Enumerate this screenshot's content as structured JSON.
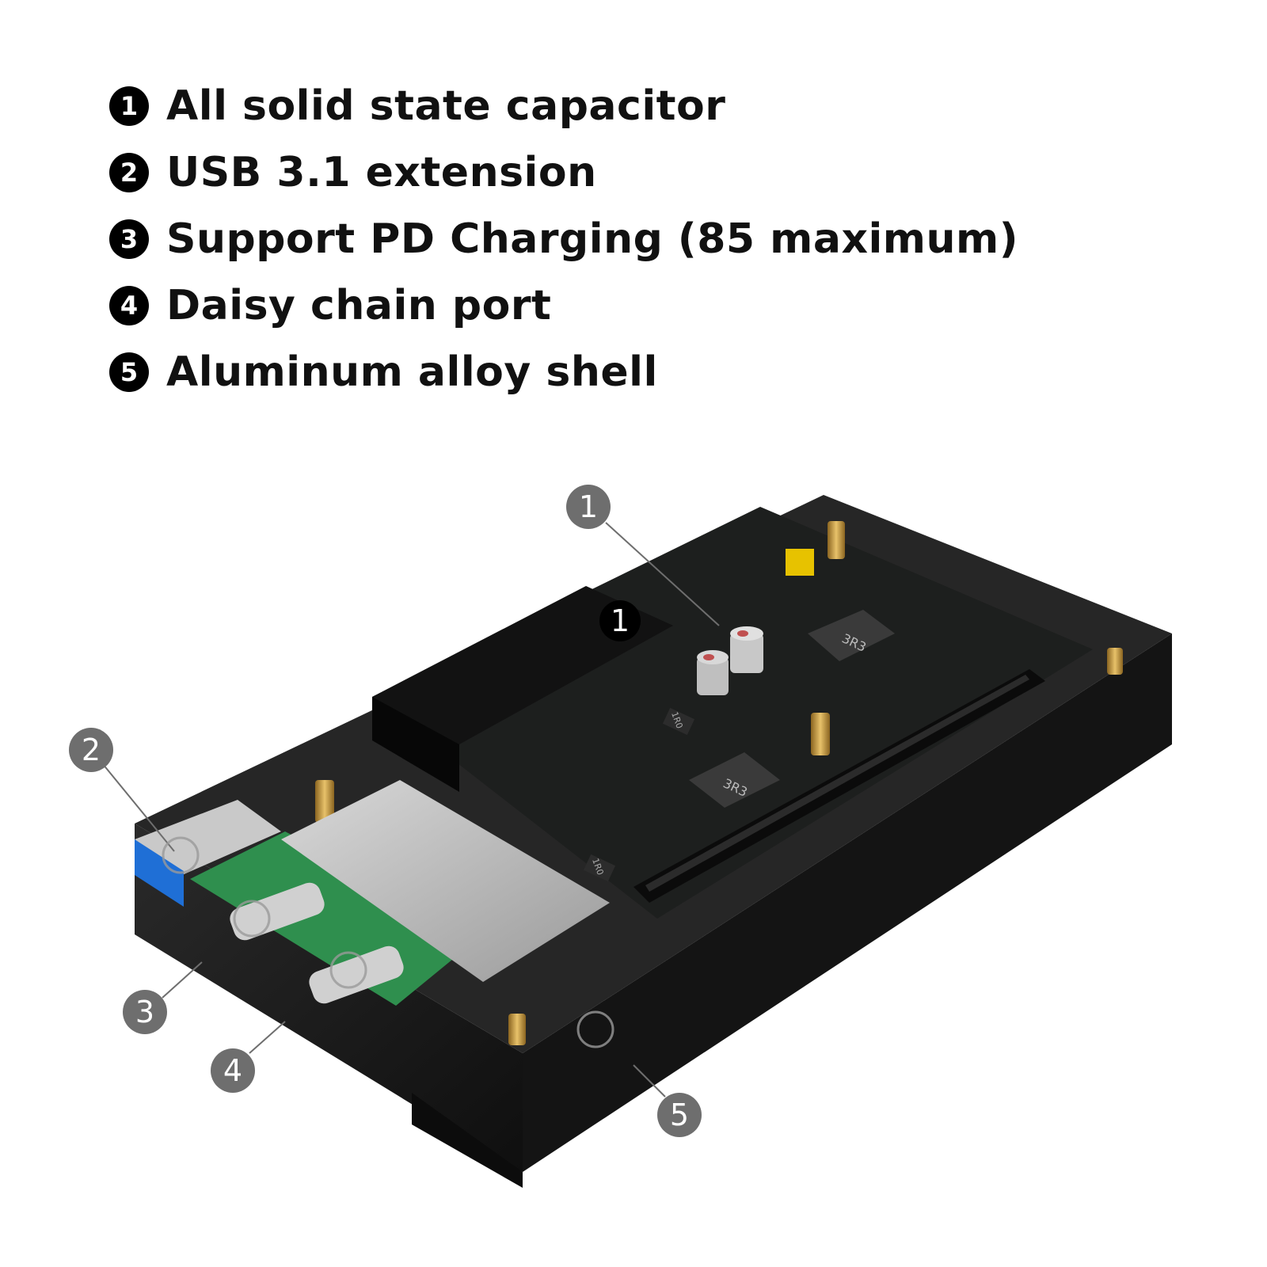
{
  "features": [
    {
      "number": "1",
      "label": "All solid state capacitor"
    },
    {
      "number": "2",
      "label": "USB 3.1 extension"
    },
    {
      "number": "3",
      "label": "Support PD Charging (85 maximum)"
    },
    {
      "number": "4",
      "label": "Daisy chain port"
    },
    {
      "number": "5",
      "label": "Aluminum alloy shell"
    }
  ],
  "callouts": {
    "c1": "1",
    "c1_inner": "1",
    "c2": "2",
    "c3": "3",
    "c4": "4",
    "c5": "5"
  },
  "board_labels": {
    "inductor_a": "3R3",
    "inductor_b": "3R3",
    "inductor_c": "1R0",
    "inductor_d": "1R0"
  },
  "colors": {
    "shell": "#1b1b1b",
    "pcb_green": "#2f8f4e",
    "usb_blue": "#1f6fd6",
    "callout_grey": "#6e6e6e",
    "brass": "#c89a3a"
  }
}
